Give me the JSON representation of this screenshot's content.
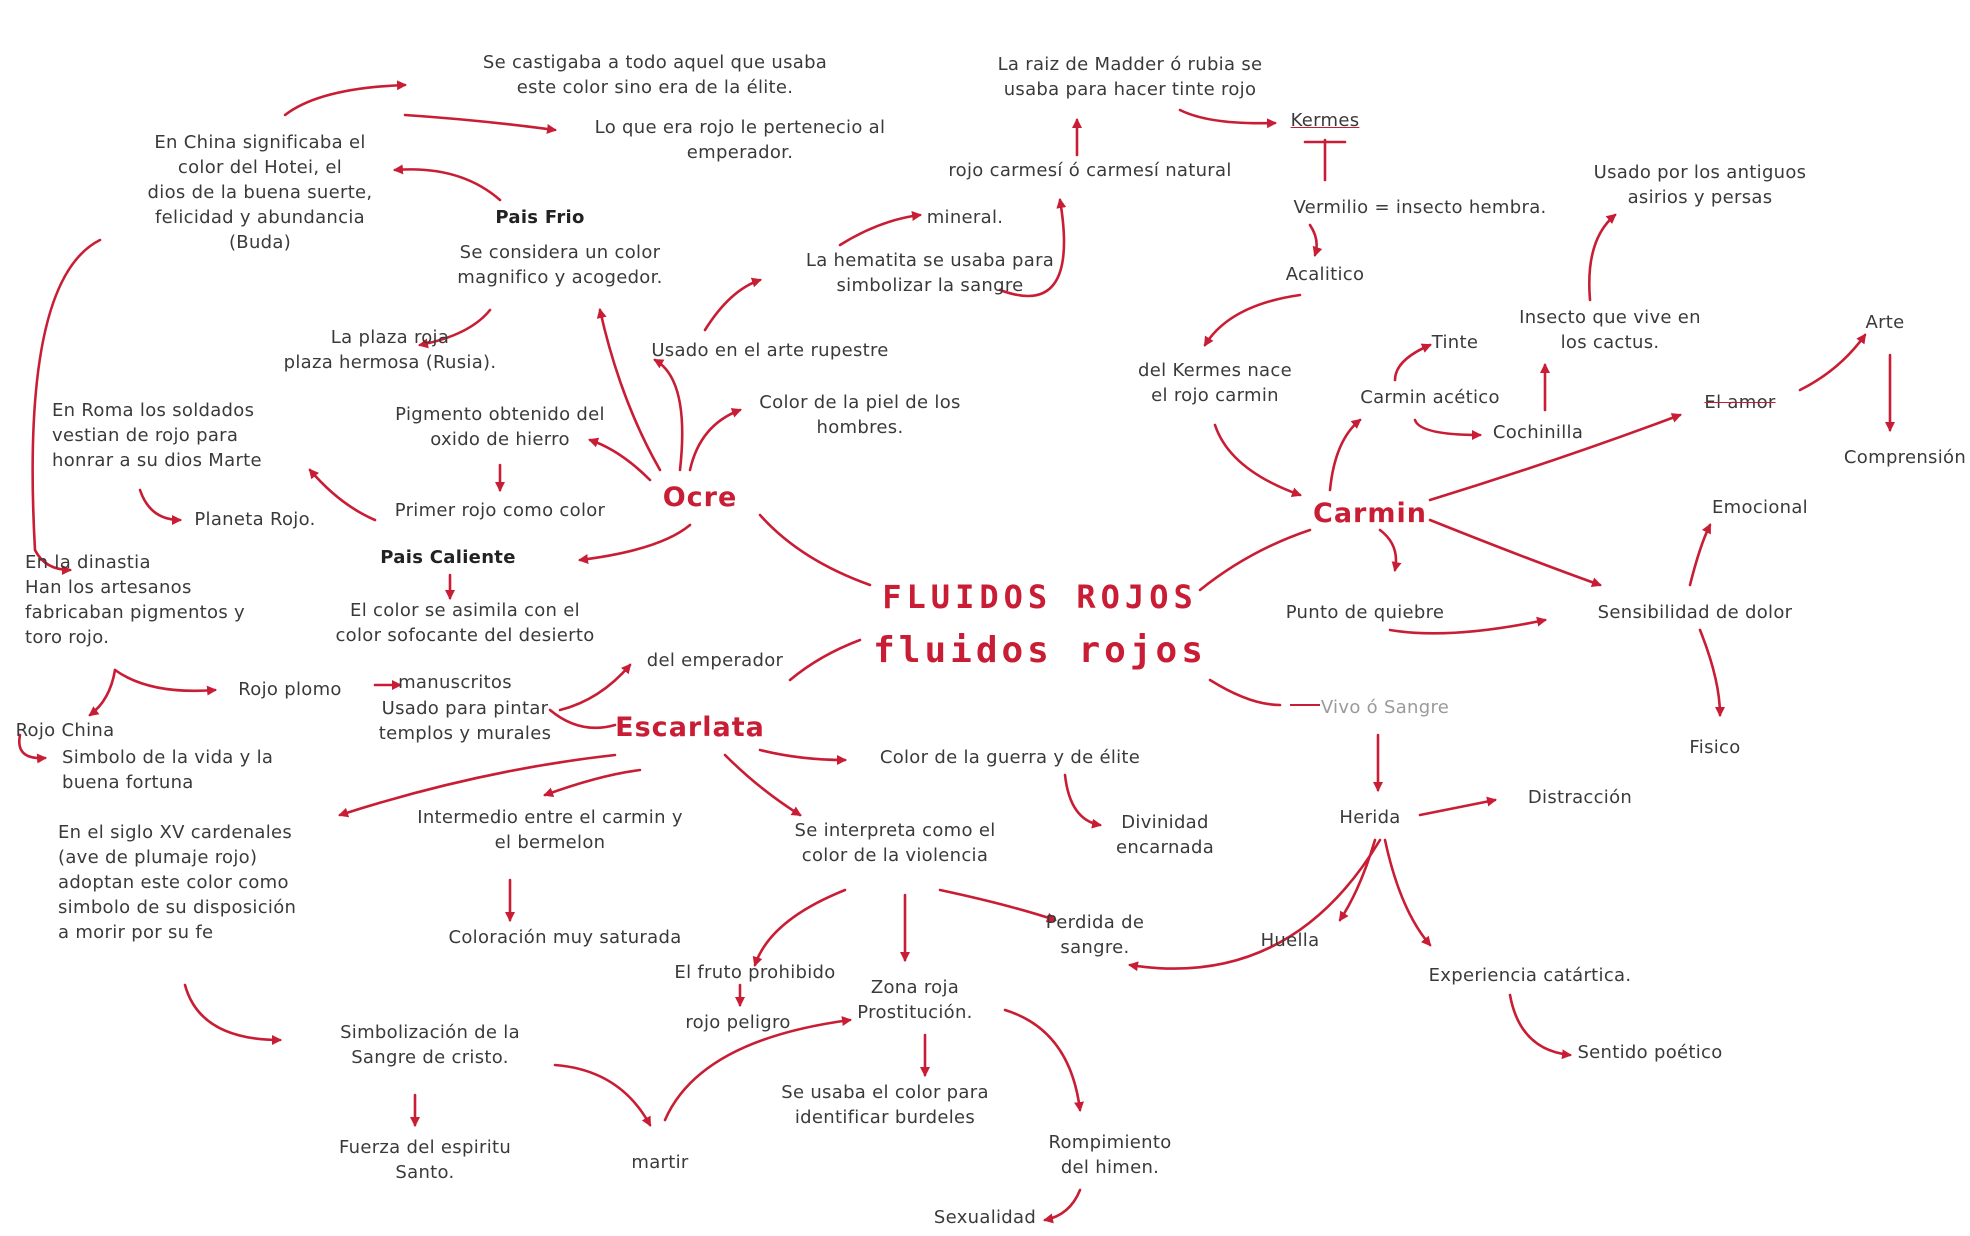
{
  "title": {
    "upper": "FLUIDOS ROJOS",
    "lower": "fluidos rojos"
  },
  "accent_color": "#c81d34",
  "hubs": {
    "ocre": "Ocre",
    "escarlata": "Escarlata",
    "carmin": "Carmin"
  },
  "ocre": {
    "castigaba": "Se castigaba a todo aquel que usaba\neste color sino era de la élite.",
    "emperador": "Lo que era rojo le pertenecio al\nemperador.",
    "china_hotei": "En China significaba el\ncolor del Hotei, el\ndios de la buena suerte,\nfelicidad y abundancia\n(Buda)",
    "pais_frio": "Pais Frio",
    "magnifico": "Se considera un color\nmagnifico y acogedor.",
    "plaza_roja": "La plaza roja\nplaza hermosa (Rusia).",
    "roma": "En Roma los soldados\nvestian de rojo para\nhonrar a su dios Marte",
    "planeta_rojo": "Planeta Rojo.",
    "pigmento": "Pigmento obtenido del\noxido de hierro",
    "primer_rojo": "Primer rojo como color",
    "pais_caliente": "Pais Caliente",
    "desierto": "El color se asimila con el\ncolor sofocante del desierto",
    "dinastia": "En la dinastia\nHan los artesanos\nfabricaban pigmentos y\ntoro rojo.",
    "rojo_plomo": "Rojo plomo",
    "manuscritos": "manuscritos",
    "rojo_china": "Rojo China",
    "simbolo_vida": "Simbolo de la vida y la\nbuena fortuna",
    "arte_rupestre": "Usado en el arte rupestre",
    "hematita": "La hematita se usaba para\nsimbolizar la sangre",
    "mineral": "mineral.",
    "piel": "Color de la piel de los\nhombres."
  },
  "escarlata": {
    "emperador": "del emperador",
    "templos": "Usado para pintar\ntemplos y murales",
    "cardenales": "En el siglo XV cardenales\n(ave de plumaje rojo)\nadoptan este color como\nsimbolo de su disposición\na morir por su fe",
    "sangre_cristo": "Simbolización de la\nSangre de cristo.",
    "fuerza": "Fuerza del espiritu\nSanto.",
    "martir": "martir",
    "intermedio": "Intermedio entre el carmin y\nel bermelon",
    "saturada": "Coloración muy saturada",
    "guerra": "Color de la guerra y de élite",
    "divinidad": "Divinidad\nencarnada",
    "violencia": "Se interpreta como el\ncolor de la violencia",
    "fruto": "El fruto prohibido",
    "peligro": "rojo peligro",
    "zona_roja": "Zona roja\nProstitución.",
    "burdeles": "Se usaba el color para\nidentificar burdeles",
    "perdida": "Perdida de\nsangre.",
    "himen": "Rompimiento\ndel himen.",
    "sexualidad": "Sexualidad"
  },
  "carmin": {
    "madder": "La raiz de Madder ó rubia se\nusaba para hacer tinte rojo",
    "kermes": "Kermes",
    "carmesi": "rojo carmesí ó carmesí natural",
    "vermilio": "Vermilio = insecto hembra.",
    "acalitico": "Acalitico",
    "del_kermes": "del Kermes nace\nel rojo carmin",
    "carmin_acetico": "Carmin acético",
    "tinte": "Tinte",
    "insecto_cactus": "Insecto que vive en\nlos cactus.",
    "antiguos": "Usado por los antiguos\nasirios y persas",
    "cochinilla": "Cochinilla",
    "el_amor": "El amor",
    "arte": "Arte",
    "comprension": "Comprensión",
    "emocional": "Emocional",
    "punto_quiebre": "Punto de quiebre",
    "sensibilidad": "Sensibilidad de dolor",
    "fisico": "Fisico",
    "vivo_sangre": "Vivo ó Sangre",
    "herida": "Herida",
    "distraccion": "Distracción",
    "huella": "Huella",
    "experiencia": "Experiencia catártica.",
    "poetico": "Sentido poético"
  }
}
